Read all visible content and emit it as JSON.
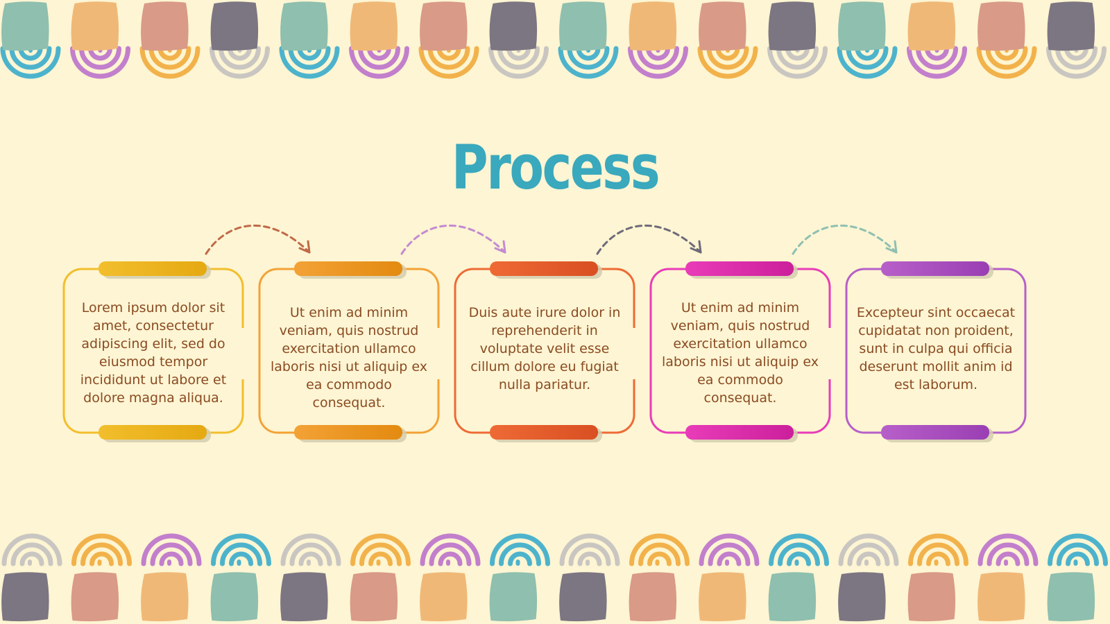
{
  "title": "Process",
  "colors": {
    "background": "#fdf5d3",
    "title": "#3aa8bd",
    "text": "#8a4a22"
  },
  "steps": [
    {
      "text": "Lorem ipsum dolor sit amet, consectetur adipiscing elit, sed do eiusmod tempor incididunt ut labore et dolore magna aliqua.",
      "color": "#f2be2c",
      "dark": "#e5a912"
    },
    {
      "text": "Ut enim ad minim veniam, quis nostrud exercitation ullamco laboris nisi ut aliquip ex ea commodo consequat.",
      "color": "#f3a236",
      "dark": "#e38a10"
    },
    {
      "text": "Duis aute irure dolor in reprehenderit in voluptate velit esse cillum dolore eu fugiat nulla pariatur.",
      "color": "#ee6a35",
      "dark": "#d94f22"
    },
    {
      "text": "Ut enim ad minim veniam, quis nostrud exercitation ullamco laboris nisi ut aliquip ex ea commodo consequat.",
      "color": "#e83cb8",
      "dark": "#cc1f9c"
    },
    {
      "text": "Excepteur sint occaecat cupidatat non proident, sunt in culpa qui officia deserunt mollit anim id est laborum.",
      "color": "#b75fc9",
      "dark": "#9a3fb3"
    }
  ],
  "arrow_colors": [
    "#c06a48",
    "#c48ad1",
    "#6e6a78",
    "#8fbfb2"
  ],
  "border": {
    "square_colors": [
      "#8fbfae",
      "#f0b877",
      "#d99a87",
      "#7c7682"
    ],
    "arc_colors": [
      "#4db3cc",
      "#c27fcc",
      "#f2b24b",
      "#c9c6c2"
    ]
  }
}
